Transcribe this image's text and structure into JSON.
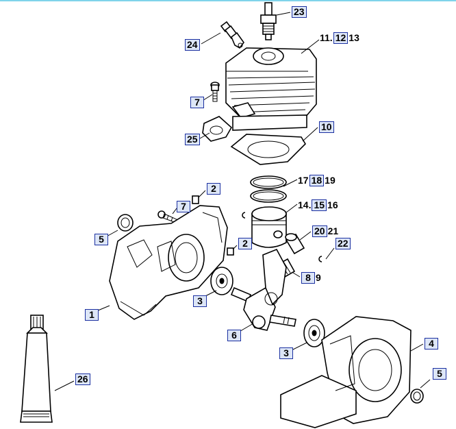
{
  "callouts": {
    "c23": {
      "prefix": "",
      "boxed": "23",
      "suffix": ""
    },
    "c24": {
      "prefix": "",
      "boxed": "24",
      "suffix": ""
    },
    "c11_13": {
      "prefix": "11.",
      "boxed": "12",
      "suffix": "13"
    },
    "c7a": {
      "prefix": "",
      "boxed": "7",
      "suffix": ""
    },
    "c25": {
      "prefix": "",
      "boxed": "25",
      "suffix": ""
    },
    "c10": {
      "prefix": "",
      "boxed": "10",
      "suffix": ""
    },
    "c17_19": {
      "prefix": "17 ",
      "boxed": "18",
      "suffix": "19"
    },
    "c2a": {
      "prefix": "",
      "boxed": "2",
      "suffix": ""
    },
    "c7b": {
      "prefix": "",
      "boxed": "7",
      "suffix": ""
    },
    "c14_16": {
      "prefix": "14.",
      "boxed": "15",
      "suffix": "16"
    },
    "c5a": {
      "prefix": "",
      "boxed": "5",
      "suffix": ""
    },
    "c20_21": {
      "prefix": "",
      "boxed": "20",
      "suffix": "21"
    },
    "c2b": {
      "prefix": "",
      "boxed": "2",
      "suffix": ""
    },
    "c22": {
      "prefix": "",
      "boxed": "22",
      "suffix": ""
    },
    "c8_9": {
      "prefix": "",
      "boxed": "8",
      "suffix": "9"
    },
    "c1": {
      "prefix": "",
      "boxed": "1",
      "suffix": ""
    },
    "c3a": {
      "prefix": "",
      "boxed": "3",
      "suffix": ""
    },
    "c6": {
      "prefix": "",
      "boxed": "6",
      "suffix": ""
    },
    "c4": {
      "prefix": "",
      "boxed": "4",
      "suffix": ""
    },
    "c3b": {
      "prefix": "",
      "boxed": "3",
      "suffix": ""
    },
    "c5b": {
      "prefix": "",
      "boxed": "5",
      "suffix": ""
    },
    "c26": {
      "prefix": "",
      "boxed": "26",
      "suffix": ""
    }
  }
}
